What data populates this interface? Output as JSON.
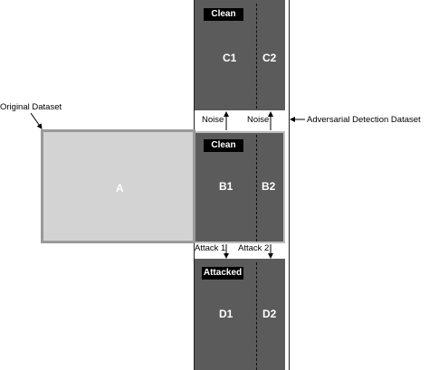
{
  "labels": {
    "original_dataset": "Original Dataset",
    "adversarial_detection_dataset": "Adversarial Detection Dataset"
  },
  "blocks": {
    "a": "A",
    "b1": "B1",
    "b2": "B2",
    "c1": "C1",
    "c2": "C2",
    "d1": "D1",
    "d2": "D2"
  },
  "badges": {
    "top": "Clean",
    "middle": "Clean",
    "bottom": "Attacked"
  },
  "operations": {
    "noise_left": "Noise",
    "noise_right": "Noise",
    "attack_1": "Attack 1",
    "attack_2": "Attack 2"
  },
  "colors": {
    "dark_block": "#5b5b5b",
    "light_block": "#d3d3d3",
    "badge": "#000000"
  }
}
